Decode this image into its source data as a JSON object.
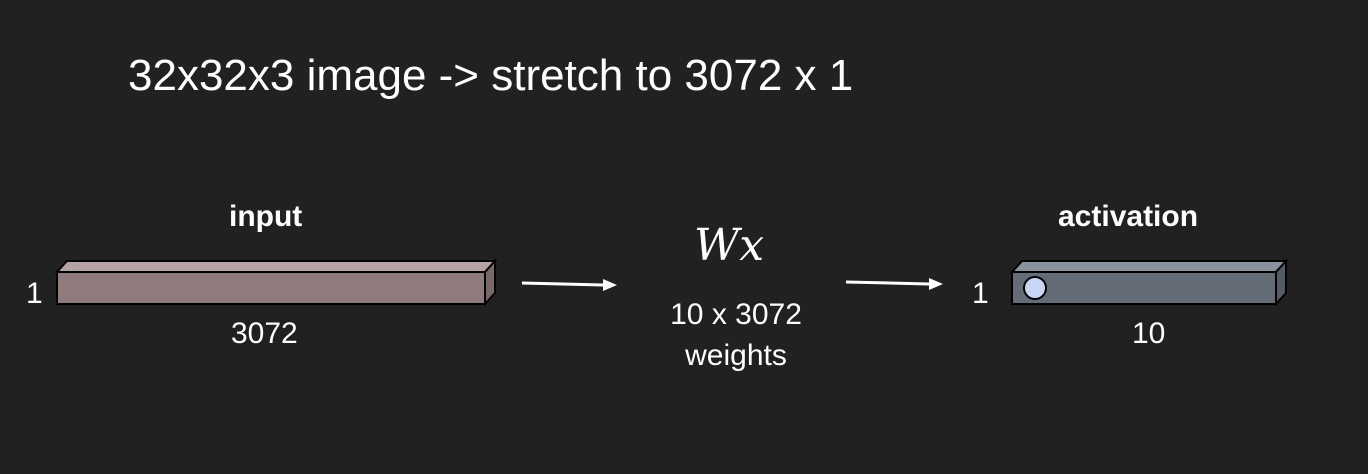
{
  "title": "32x32x3 image -> stretch to 3072 x 1",
  "input": {
    "label": "input",
    "height_label": "1",
    "width_label": "3072",
    "color": "#8f7b7b"
  },
  "layer": {
    "formula": "Wx",
    "dims": "10 x 3072",
    "caption": "weights"
  },
  "activation": {
    "label": "activation",
    "height_label": "1",
    "width_label": "10",
    "color": "#646c78",
    "highlight_color": "#c7d6f2"
  }
}
